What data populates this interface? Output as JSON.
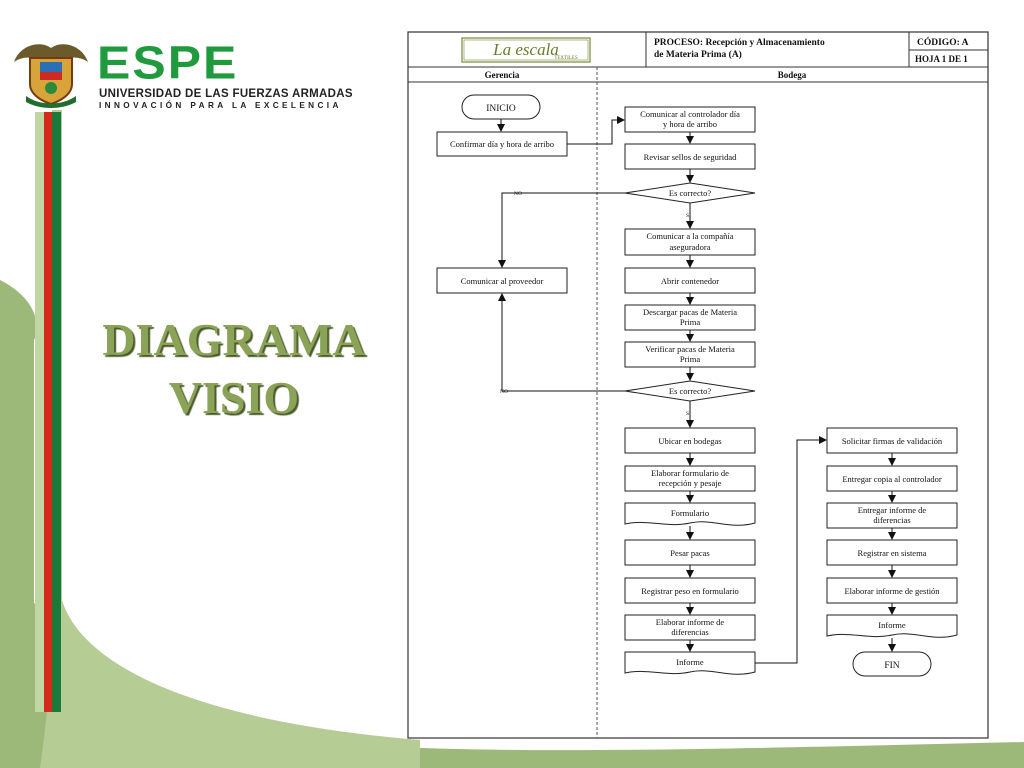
{
  "slide": {
    "logo_text": "ESPE",
    "logo_line1": "UNIVERSIDAD DE LAS FUERZAS ARMADAS",
    "logo_line2": "INNOVACIÓN PARA LA EXCELENCIA",
    "title_line1": "DIAGRAMA",
    "title_line2": "VISIO",
    "colors": {
      "green": "#1f9a3c",
      "title": "#8aa356",
      "swoosh": "#9db97a",
      "red": "#d42a1c"
    }
  },
  "header": {
    "company_logo_text": "La escala",
    "company_logo_sub": "TEXTILES",
    "process_line1": "PROCESO: Recepción y Almacenamiento",
    "process_line2": "de Materia Prima (A)",
    "code": "CÓDIGO: A",
    "sheet": "HOJA 1 DE 1"
  },
  "lanes": {
    "left": "Gerencia",
    "right": "Bodega"
  },
  "shapes": {
    "inicio": "INICIO",
    "confirmar": "Confirmar día y hora de arribo",
    "comunicar_ctrl_1": "Comunicar al controlador día",
    "comunicar_ctrl_2": "y hora de arribo",
    "revisar": "Revisar sellos de seguridad",
    "decision1": "Es correcto?",
    "no1": "NO",
    "si1": "SI",
    "aseg_1": "Comunicar a la compañía",
    "aseg_2": "aseguradora",
    "proveedor": "Comunicar al proveedor",
    "abrir": "Abrir contenedor",
    "descargar_1": "Descargar pacas de Materia",
    "descargar_2": "Prima",
    "verificar_1": "Verificar pacas de Materia",
    "verificar_2": "Prima",
    "decision2": "Es correcto?",
    "no2": "NO",
    "si2": "SI",
    "ubicar": "Ubicar en bodegas",
    "elab_form_1": "Elaborar formulario de",
    "elab_form_2": "recepción y pesaje",
    "formulario": "Formulario",
    "pesar": "Pesar pacas",
    "registrar_peso": "Registrar peso en formulario",
    "elab_inf_1": "Elaborar informe de",
    "elab_inf_2": "diferencias",
    "informe1": "Informe",
    "solicitar": "Solicitar firmas de validación",
    "entregar_copia": "Entregar copia al controlador",
    "entregar_inf_1": "Entregar informe de",
    "entregar_inf_2": "diferencias",
    "registrar_sistema": "Registrar en sistema",
    "elab_gestion": "Elaborar informe de gestión",
    "informe2": "Informe",
    "fin": "FIN"
  }
}
